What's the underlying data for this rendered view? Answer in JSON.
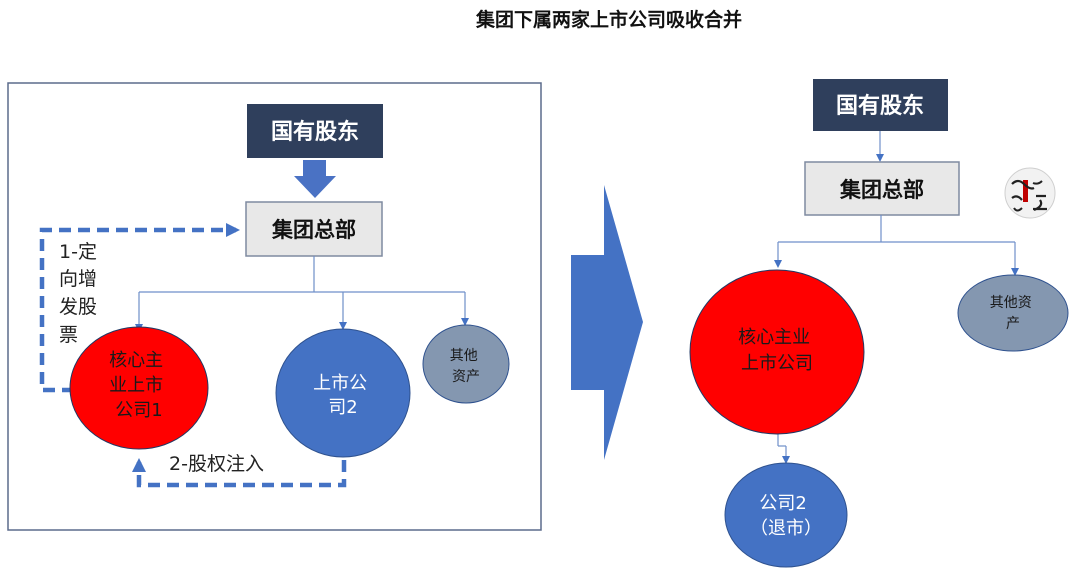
{
  "title": "集团下属两家上市公司吸收合并",
  "left": {
    "shareholder": "国有股东",
    "hq": "集团总部",
    "core_company": [
      "核心主",
      "业上市",
      "公司1"
    ],
    "listed2": [
      "上市公",
      "司2"
    ],
    "other_assets": [
      "其他",
      "资产"
    ],
    "step1": [
      "1-定",
      "向增",
      "发股",
      "票"
    ],
    "step2": "2-股权注入"
  },
  "right": {
    "shareholder": "国有股东",
    "hq": "集团总部",
    "core_company": [
      "核心主业",
      "上市公司"
    ],
    "other_assets": [
      "其他资",
      "产"
    ],
    "company2": [
      "公司2",
      "（退市）"
    ]
  },
  "logo_text": "混改风云",
  "colors": {
    "navy": "#2f3f5c",
    "grey_box": "#e8e8e8",
    "red": "#ff0000",
    "blue": "#4472c4",
    "grey_blue": "#8497b0",
    "arrow_blue": "#4a72c4"
  }
}
